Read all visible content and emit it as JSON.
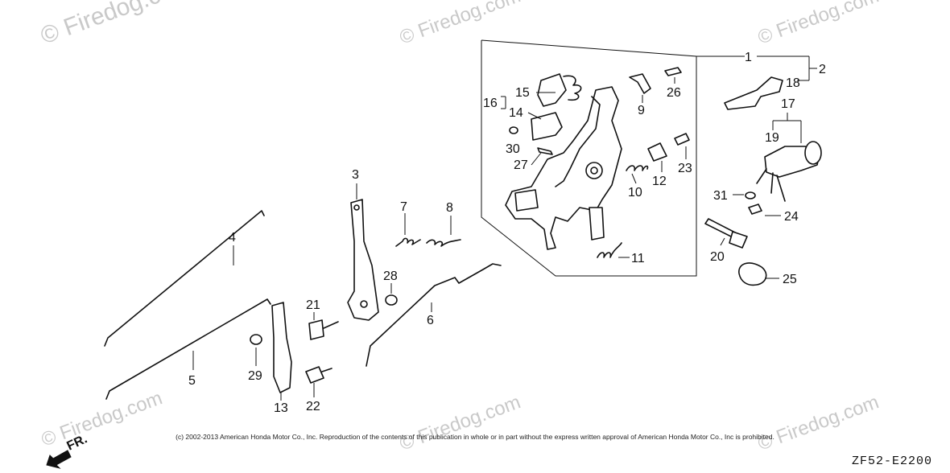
{
  "watermarks": [
    "© Firedog.com",
    "© Firedog.com",
    "© Firedog.com",
    "© Firedog.com",
    "© Firedog.com",
    "© Firedog.com"
  ],
  "parts": {
    "p1": "1",
    "p2": "2",
    "p3": "3",
    "p4": "4",
    "p5": "5",
    "p6": "6",
    "p7": "7",
    "p8": "8",
    "p9": "9",
    "p10": "10",
    "p11": "11",
    "p12": "12",
    "p13": "13",
    "p14": "14",
    "p15": "15",
    "p16": "16",
    "p17": "17",
    "p18": "18",
    "p19": "19",
    "p20": "20",
    "p21": "21",
    "p22": "22",
    "p23": "23",
    "p24": "24",
    "p25": "25",
    "p26": "26",
    "p27": "27",
    "p28": "28",
    "p29": "29",
    "p30": "30",
    "p31": "31"
  },
  "front_marker": "FR.",
  "copyright": "(c) 2002-2013 American Honda Motor Co., Inc. Reproduction of the contents of this publication in whole or in part without the express written approval of American Honda Motor Co., Inc is prohibited.",
  "diagram_code": "ZF52-E2200"
}
